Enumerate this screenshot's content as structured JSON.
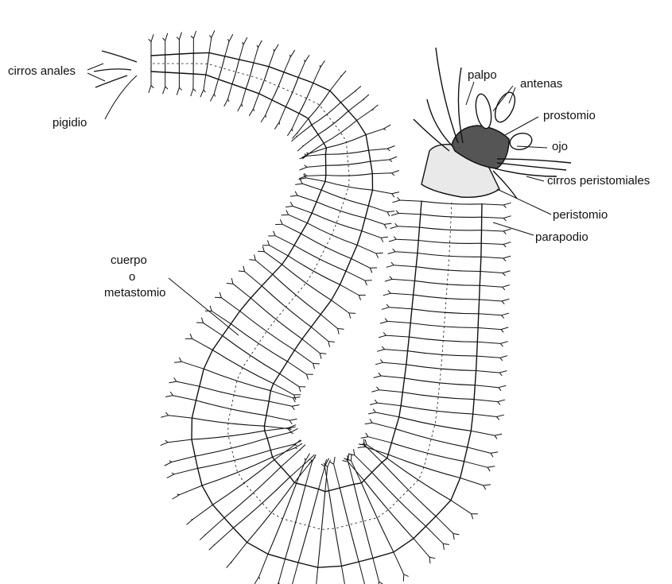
{
  "labels": {
    "cirros_anales": "cirros anales",
    "pigidio": "pigidio",
    "palpo": "palpo",
    "antenas": "antenas",
    "prostomio": "prostomio",
    "ojo": "ojo",
    "cirros_peristomiales": "cirros peristomiales",
    "peristomio": "peristomio",
    "parapodio": "parapodio",
    "cuerpo": "cuerpo",
    "o": "o",
    "metastomio": "metastomio"
  }
}
